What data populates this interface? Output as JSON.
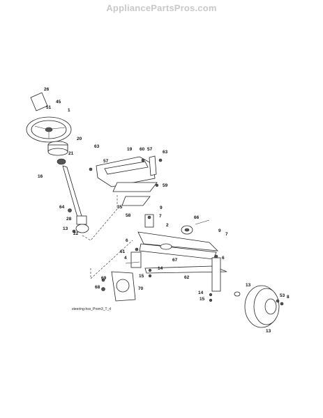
{
  "watermark": "AppliancePartsPros.com",
  "diagram_caption": "steering-hsx_Prem3_T_rl",
  "labels": [
    "26",
    "1",
    "45",
    "51",
    "20",
    "21",
    "16",
    "63",
    "57",
    "19",
    "60",
    "57",
    "63",
    "59",
    "35",
    "9",
    "58",
    "7",
    "66",
    "64",
    "28",
    "13",
    "22",
    "6",
    "2",
    "9",
    "7",
    "61",
    "4",
    "67",
    "14",
    "15",
    "6",
    "62",
    "69",
    "68",
    "70",
    "14",
    "15",
    "13",
    "53",
    "8",
    "13"
  ]
}
